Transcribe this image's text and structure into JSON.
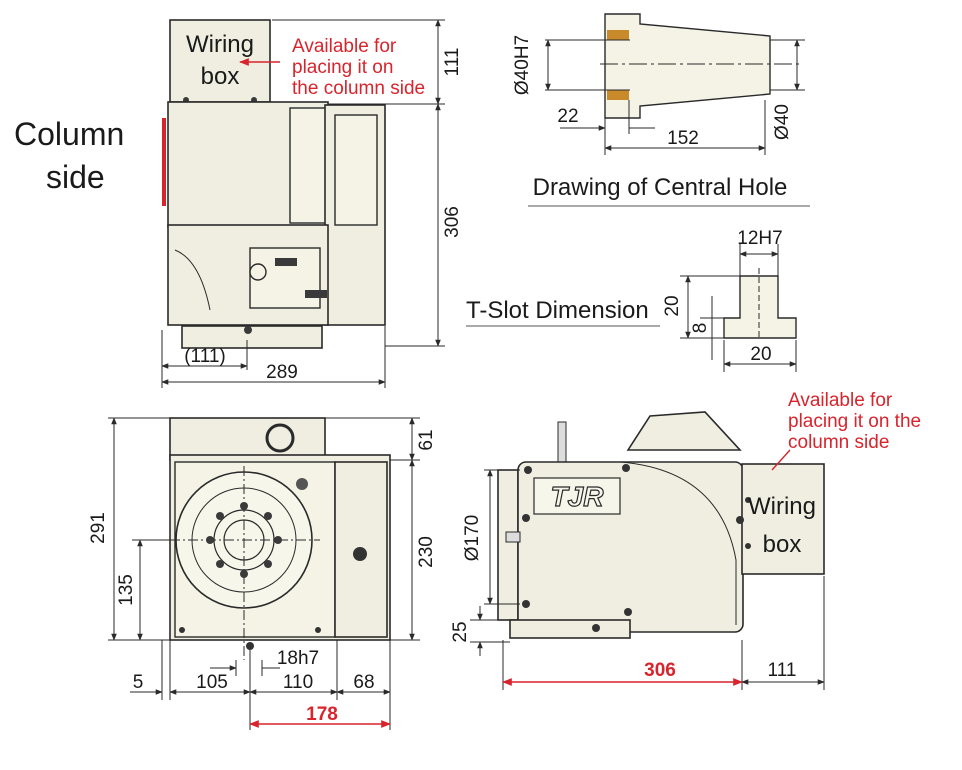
{
  "colors": {
    "accent": "#d8242c",
    "body_fill": "#efeee0",
    "line": "#2a2a2a",
    "bronze": "#c98a2c"
  },
  "top_view": {
    "wiring_box": [
      "Wiring",
      "box"
    ],
    "available_note": [
      "Available for",
      "placing it on",
      "the column side"
    ],
    "column_side": [
      "Column",
      "side"
    ],
    "dims": {
      "top": "111",
      "height": "306",
      "offset": "(111)",
      "width": "289"
    }
  },
  "central_hole": {
    "title": "Drawing of Central Hole",
    "dims": {
      "bore": "Ø40H7",
      "depth": "22",
      "length": "152",
      "dia": "Ø40"
    }
  },
  "t_slot": {
    "title": "T-Slot Dimension",
    "dims": {
      "slot_w": "12H7",
      "height": "20",
      "neck": "8",
      "width": "20"
    }
  },
  "front_view": {
    "dims": {
      "top": "61",
      "height": "291",
      "center": "135",
      "right_h": "230",
      "key": "18h7",
      "a": "5",
      "b": "105",
      "c": "110",
      "d": "68",
      "total": "178"
    }
  },
  "side_view": {
    "brand": "TJR",
    "wiring_box": [
      "Wiring",
      "box"
    ],
    "available_note": [
      "Available for",
      "placing it on the",
      "column side"
    ],
    "dims": {
      "dia": "Ø170",
      "base": "25",
      "length": "306",
      "box": "111"
    }
  }
}
